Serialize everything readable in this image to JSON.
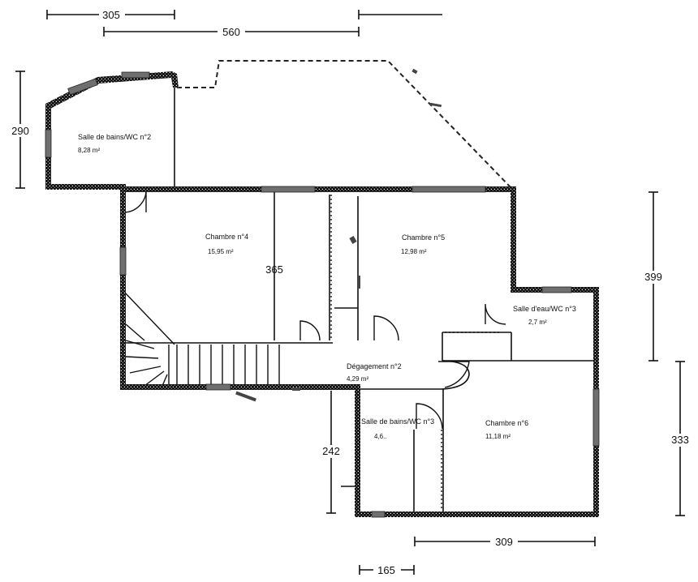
{
  "rooms": {
    "sdb2": {
      "name": "Salle de bains/WC n°2",
      "area": "8,28  m²"
    },
    "ch4": {
      "name": "Chambre n°4",
      "area": "15,95  m²"
    },
    "ch5": {
      "name": "Chambre n°5",
      "area": "12,98  m²"
    },
    "se3": {
      "name": "Salle d'eau/WC n°3",
      "area": "2,7  m²"
    },
    "deg2": {
      "name": "Dégagement n°2",
      "area": "4,29  m²"
    },
    "sdb3": {
      "name": "Salle de bains/WC n°3",
      "area": "4,6.."
    },
    "ch6": {
      "name": "Chambre n°6",
      "area": "11,18  m²"
    }
  },
  "dimensions": {
    "top_305": "305",
    "top_560": "560",
    "left_290": "290",
    "interior_365": "365",
    "right_399": "399",
    "right_333": "333",
    "lower_242": "242",
    "bottom_309": "309",
    "bottom_165": "165"
  },
  "colors": {
    "wall": "#111111",
    "window": "#6f6f6f",
    "line": "#222222"
  }
}
